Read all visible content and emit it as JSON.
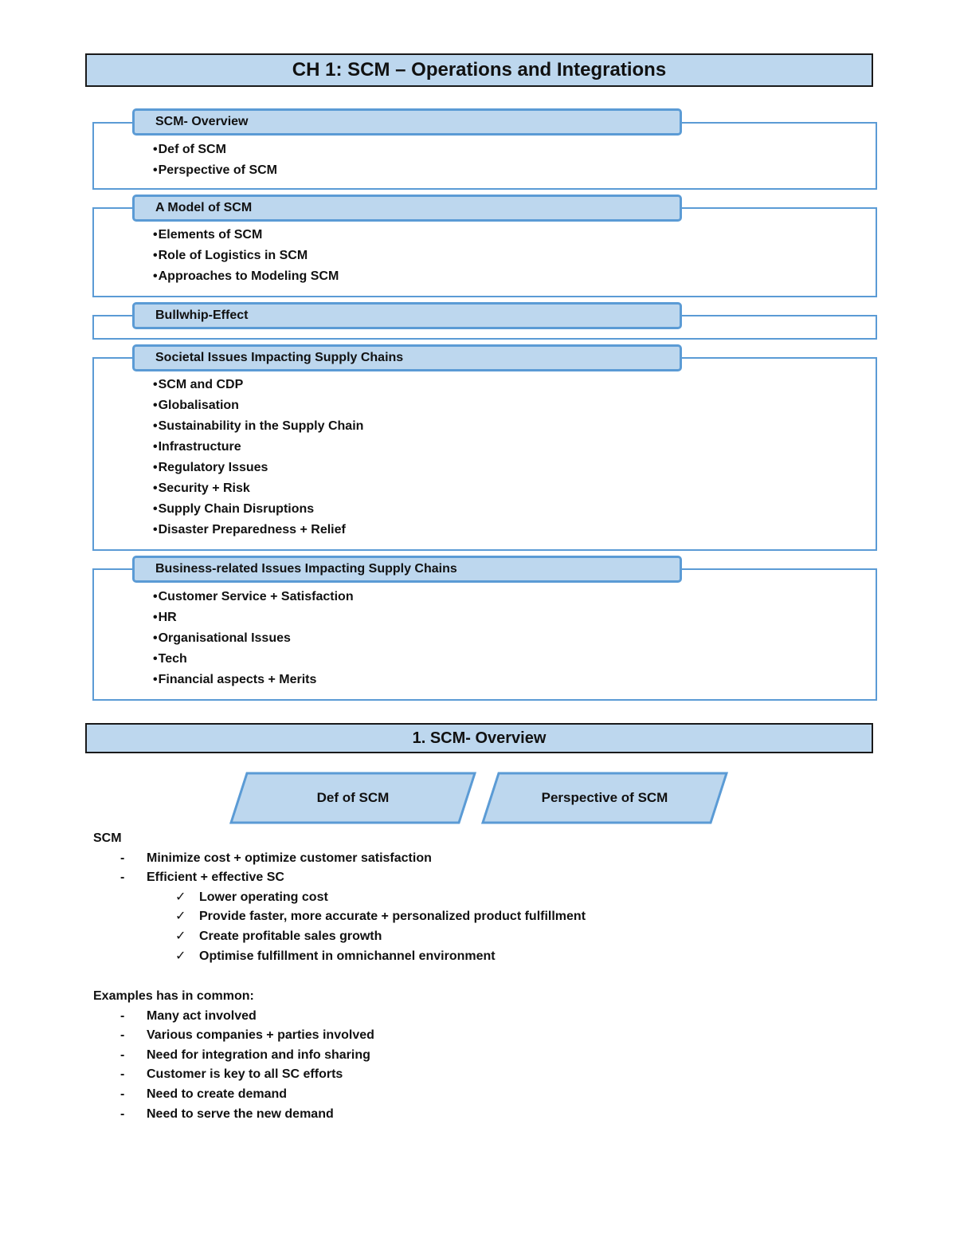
{
  "title": "CH 1: SCM – Operations and Integrations",
  "sections": [
    {
      "header": "SCM- Overview",
      "items": [
        "Def of SCM",
        "Perspective of SCM"
      ]
    },
    {
      "header": "A Model of SCM",
      "items": [
        "Elements of SCM",
        "Role of Logistics in SCM",
        "Approaches to Modeling SCM"
      ]
    },
    {
      "header": "Bullwhip-Effect",
      "items": []
    },
    {
      "header": "Societal Issues Impacting Supply Chains",
      "items": [
        "SCM and CDP",
        "Globalisation",
        "Sustainability in the Supply Chain",
        "Infrastructure",
        "Regulatory Issues",
        "Security + Risk",
        "Supply Chain Disruptions",
        "Disaster Preparedness + Relief"
      ]
    },
    {
      "header": "Business-related Issues Impacting Supply Chains",
      "items": [
        "Customer Service + Satisfaction",
        "HR",
        "Organisational Issues",
        "Tech",
        "Financial aspects + Merits"
      ]
    }
  ],
  "overview_title": "1. SCM- Overview",
  "parallelograms": [
    "Def of SCM",
    "Perspective of SCM"
  ],
  "scm_label": "SCM",
  "scm_points": [
    "Minimize cost + optimize customer satisfaction",
    "Efficient + effective SC"
  ],
  "scm_subpoints": [
    "Lower operating cost",
    "Provide faster, more accurate + personalized product fulfillment",
    "Create profitable sales growth",
    "Optimise fulfillment in omnichannel environment"
  ],
  "examples_label": "Examples has in common:",
  "examples": [
    "Many act involved",
    "Various companies + parties involved",
    "Need for integration and info sharing",
    "Customer is key to all SC efforts",
    "Need to create demand",
    "Need to serve the new demand"
  ],
  "colors": {
    "fill": "#bdd7ee",
    "border": "#5b9bd5"
  }
}
